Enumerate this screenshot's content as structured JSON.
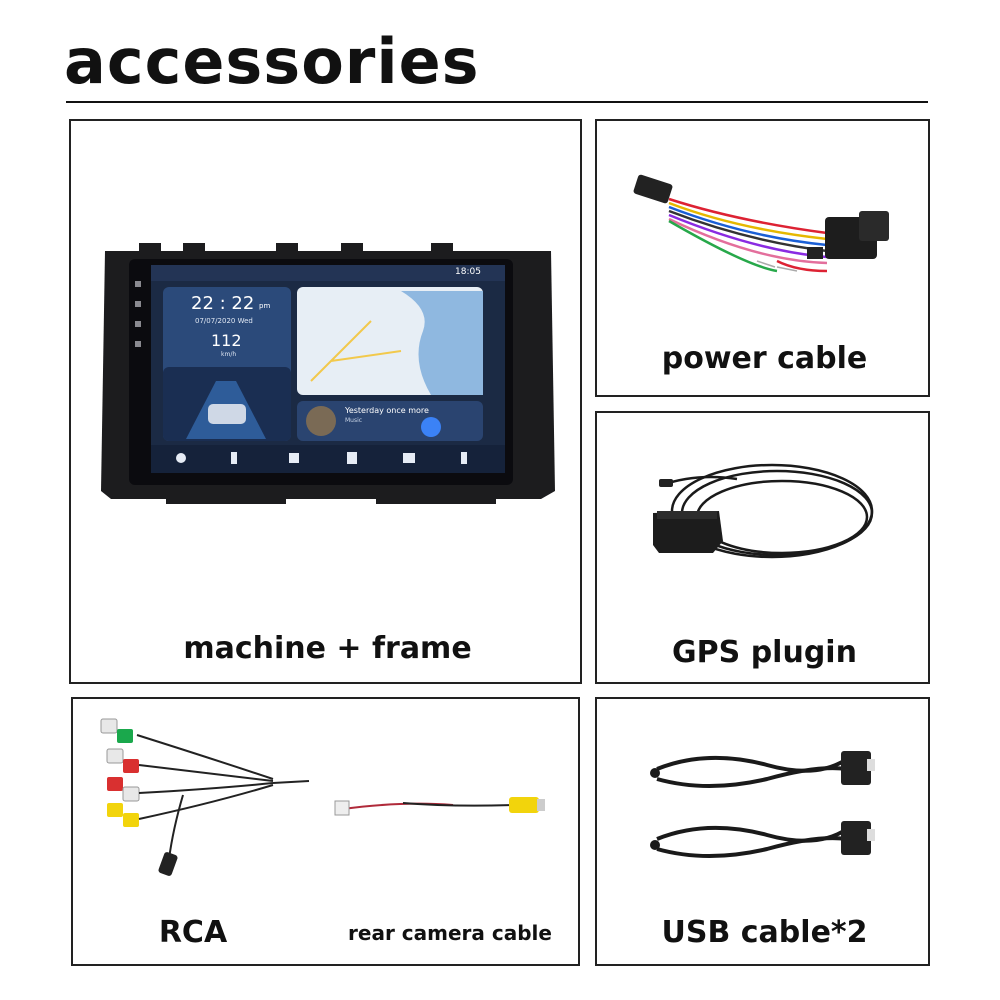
{
  "page_title": "accessories",
  "panels": {
    "machine": {
      "label": "machine + frame",
      "screen": {
        "time": "22 : 22",
        "ampm": "pm",
        "date": "07/07/2020  Wed",
        "speed": "112",
        "speed_unit": "km/h",
        "status_time": "18:05",
        "song_title": "Yesterday once more",
        "song_source": "Music"
      }
    },
    "power_cable": {
      "label": "power cable"
    },
    "gps": {
      "label": "GPS plugin"
    },
    "rca": {
      "label": "RCA",
      "rear_camera_label": "rear camera cable"
    },
    "usb": {
      "label": "USB cable*2"
    }
  },
  "colors": {
    "border": "#222222",
    "text": "#111111",
    "screen_accent": "#3b82f6"
  }
}
